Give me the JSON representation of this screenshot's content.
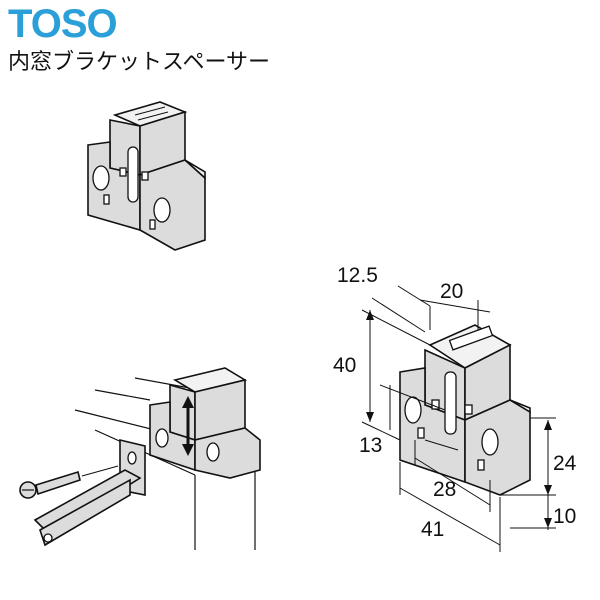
{
  "brand": {
    "logo_text": "TOSO",
    "color": "#2a9fd8"
  },
  "title": "内窓ブラケットスペーサー",
  "dimensions": {
    "d12_5": "12.5",
    "d20": "20",
    "d40": "40",
    "d13": "13",
    "d24": "24",
    "d28": "28",
    "d10": "10",
    "d41": "41"
  }
}
